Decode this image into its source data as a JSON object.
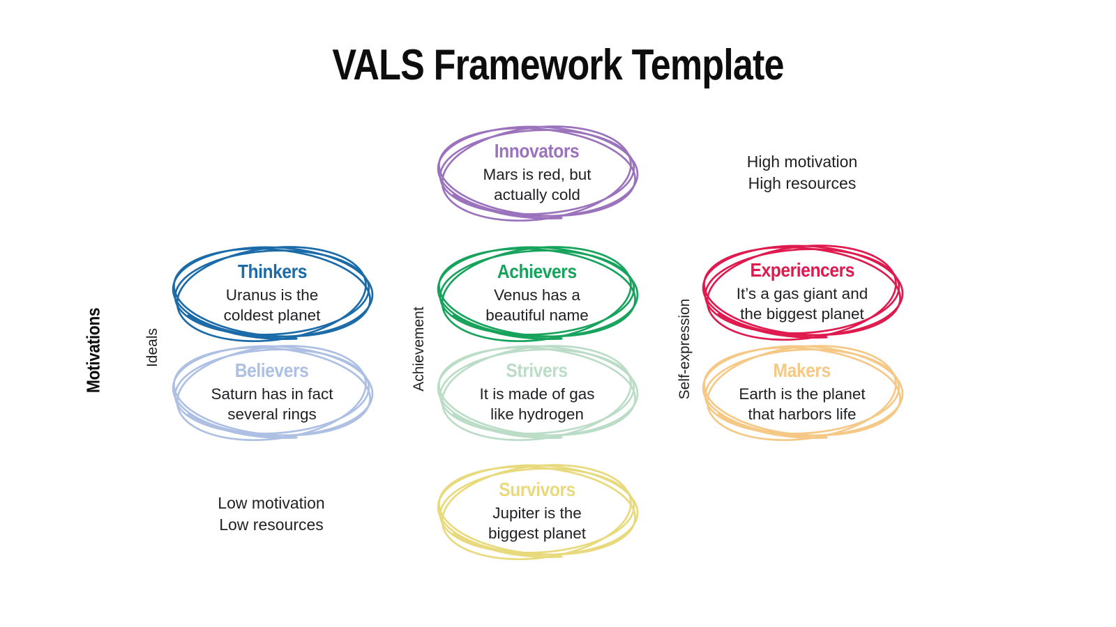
{
  "title": "VALS Framework Template",
  "axis": {
    "motivations": "Motivations",
    "columns": {
      "ideals": "Ideals",
      "achievement": "Achievement",
      "self_expression": "Self-expression"
    }
  },
  "annotations": {
    "high": "High motivation\nHigh resources",
    "low": "Low motivation\nLow resources"
  },
  "bubbles": [
    {
      "name": "Innovators",
      "description": "Mars is red, but\nactually cold",
      "color": "#9b72bc"
    },
    {
      "name": "Thinkers",
      "description": "Uranus is the\ncoldest planet",
      "color": "#1a6ba8"
    },
    {
      "name": "Achievers",
      "description": "Venus has a\nbeautiful name",
      "color": "#17a35c"
    },
    {
      "name": "Experiencers",
      "description": "It’s a gas giant and\nthe biggest planet",
      "color": "#df1a4e"
    },
    {
      "name": "Believers",
      "description": "Saturn has in fact\nseveral rings",
      "color": "#adc0e3"
    },
    {
      "name": "Strivers",
      "description": "It is made of gas\nlike hydrogen",
      "color": "#bbdcc6"
    },
    {
      "name": "Makers",
      "description": "Earth is the planet\nthat harbors life",
      "color": "#f6c886"
    },
    {
      "name": "Survivors",
      "description": "Jupiter is the\nbiggest planet",
      "color": "#e8da7c"
    }
  ],
  "text_color": "#202124",
  "title_color": "#0d0d0d"
}
